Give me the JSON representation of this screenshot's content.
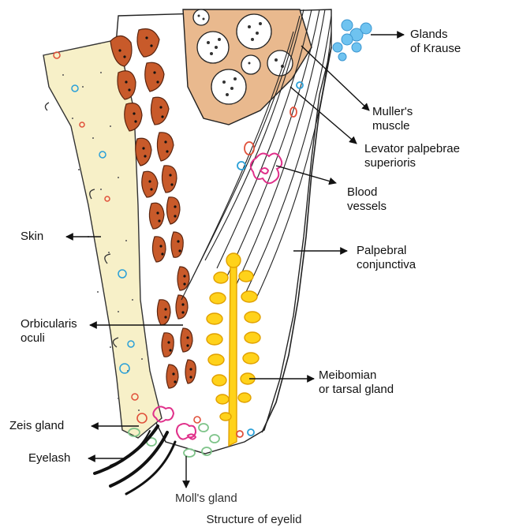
{
  "figure": {
    "caption": "Structure of eyelid"
  },
  "labels": {
    "glands_of_krause": [
      "Glands",
      "of Krause"
    ],
    "mullers_muscle": [
      "Muller's",
      "muscle"
    ],
    "levator": [
      "Levator palpebrae",
      "superioris"
    ],
    "blood_vessels": [
      "Blood",
      "vessels"
    ],
    "skin": [
      "Skin"
    ],
    "palpebral_conjunctiva": [
      "Palpebral",
      "conjunctiva"
    ],
    "orbicularis_oculi": [
      "Orbicularis",
      "oculi"
    ],
    "meibomian": [
      "Meibomian",
      "or tarsal gland"
    ],
    "zeis_gland": [
      "Zeis gland"
    ],
    "eyelash": [
      "Eyelash"
    ],
    "molls_gland": [
      "Moll's gland"
    ]
  },
  "colors": {
    "skin_fill": "#f7f0c8",
    "muscle_fill": "#c85a2a",
    "fat_fill": "#e9b98e",
    "gland_yellow": "#ffd21a",
    "gland_outline": "#e0a000",
    "krause_blue": "#6fc3f0",
    "vessel_pink": "#e0308a",
    "vessel_red": "#e0503a",
    "vessel_blue": "#2aa0d8",
    "moll_green": "#7fc48a"
  }
}
